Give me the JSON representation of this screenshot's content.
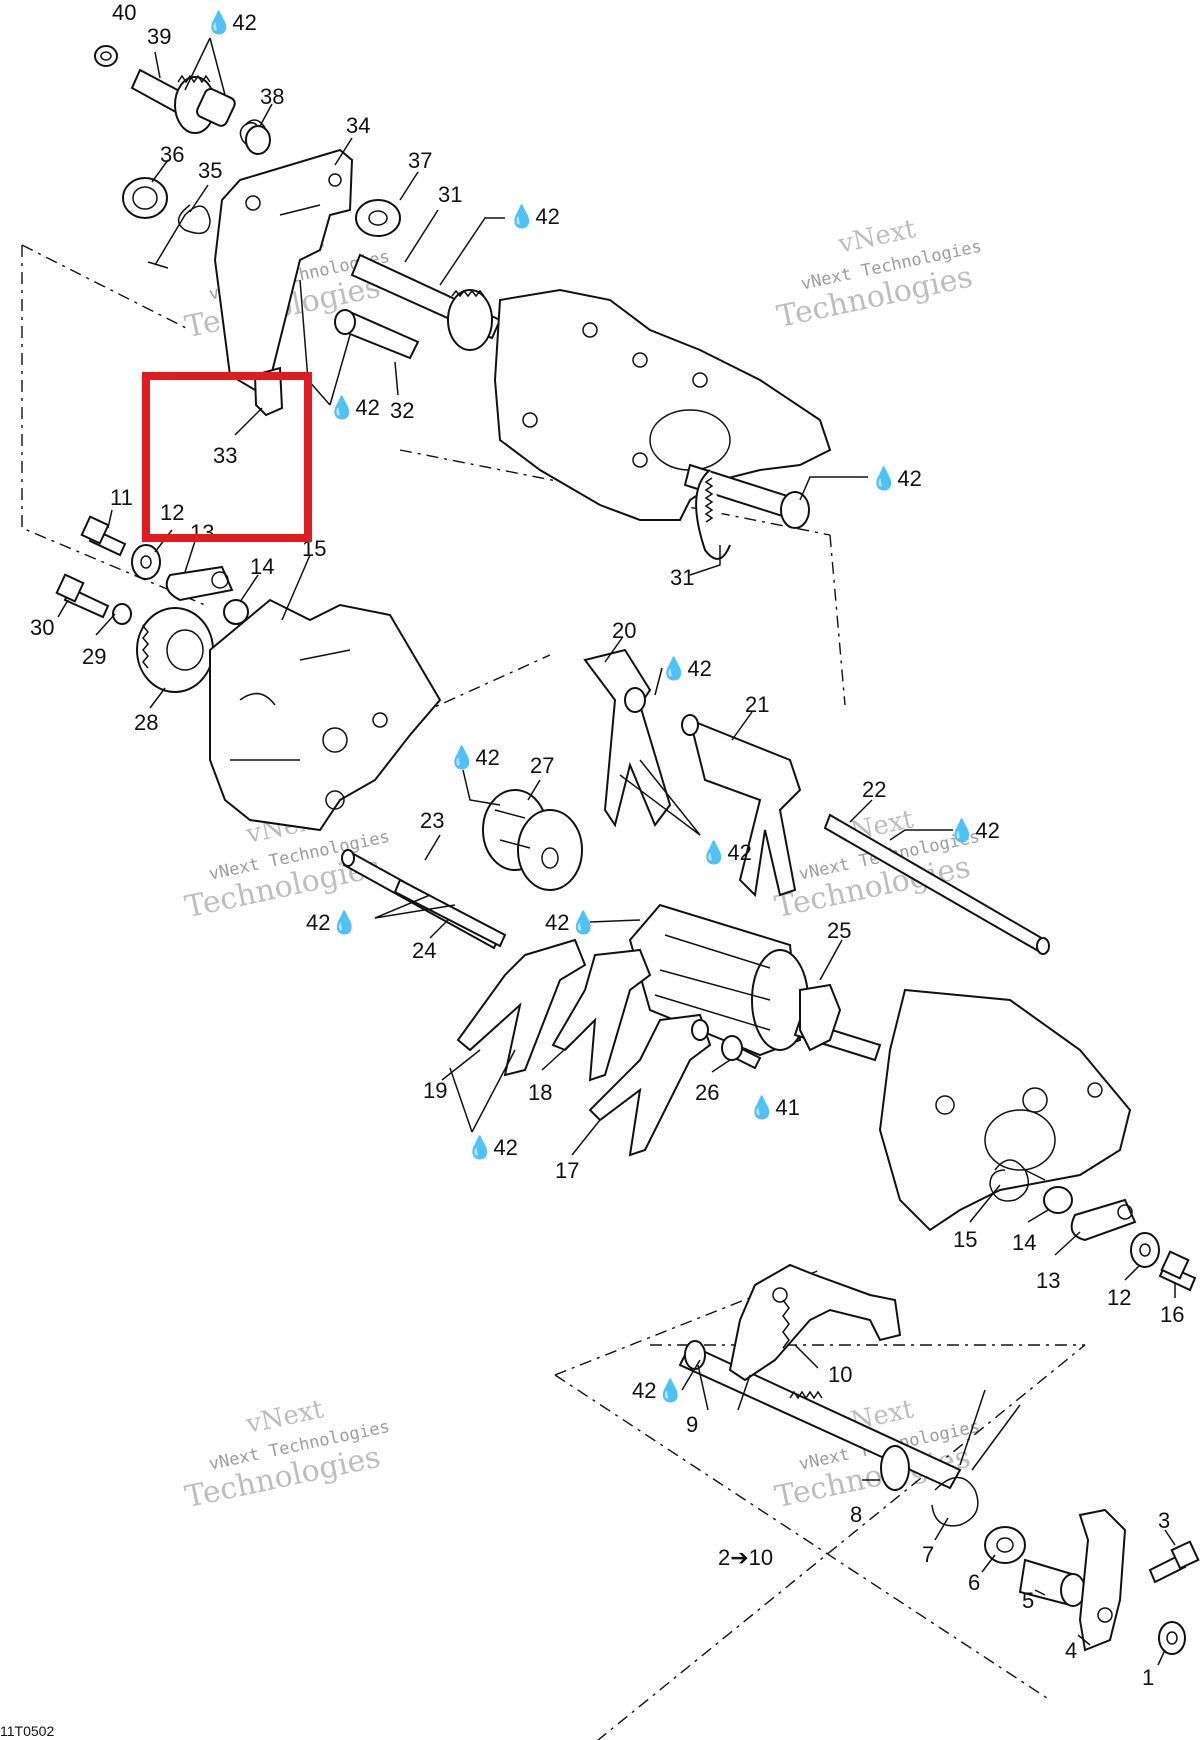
{
  "diagram": {
    "drawing_code": "11T0502",
    "lube_symbol": "💧",
    "lube_ref": "42",
    "lube_ref_41": "41",
    "assembly_range": "2➔10",
    "watermark_line1": "vNext",
    "watermark_line2": "vNext Technologies",
    "watermark_line3": "Technologies",
    "highlight_color": "#e11b22",
    "part_numbers": {
      "p1": "1",
      "p3": "3",
      "p4": "4",
      "p5": "5",
      "p6": "6",
      "p7": "7",
      "p8": "8",
      "p9": "9",
      "p10": "10",
      "p11": "11",
      "p12": "12",
      "p13": "13",
      "p14": "14",
      "p15": "15",
      "p16": "16",
      "p17": "17",
      "p18": "18",
      "p19": "19",
      "p20": "20",
      "p21": "21",
      "p22": "22",
      "p23": "23",
      "p24": "24",
      "p25": "25",
      "p26": "26",
      "p27": "27",
      "p28": "28",
      "p29": "29",
      "p30": "30",
      "p31": "31",
      "p32": "32",
      "p33": "33",
      "p34": "34",
      "p35": "35",
      "p36": "36",
      "p37": "37",
      "p38": "38",
      "p39": "39",
      "p40": "40"
    }
  }
}
